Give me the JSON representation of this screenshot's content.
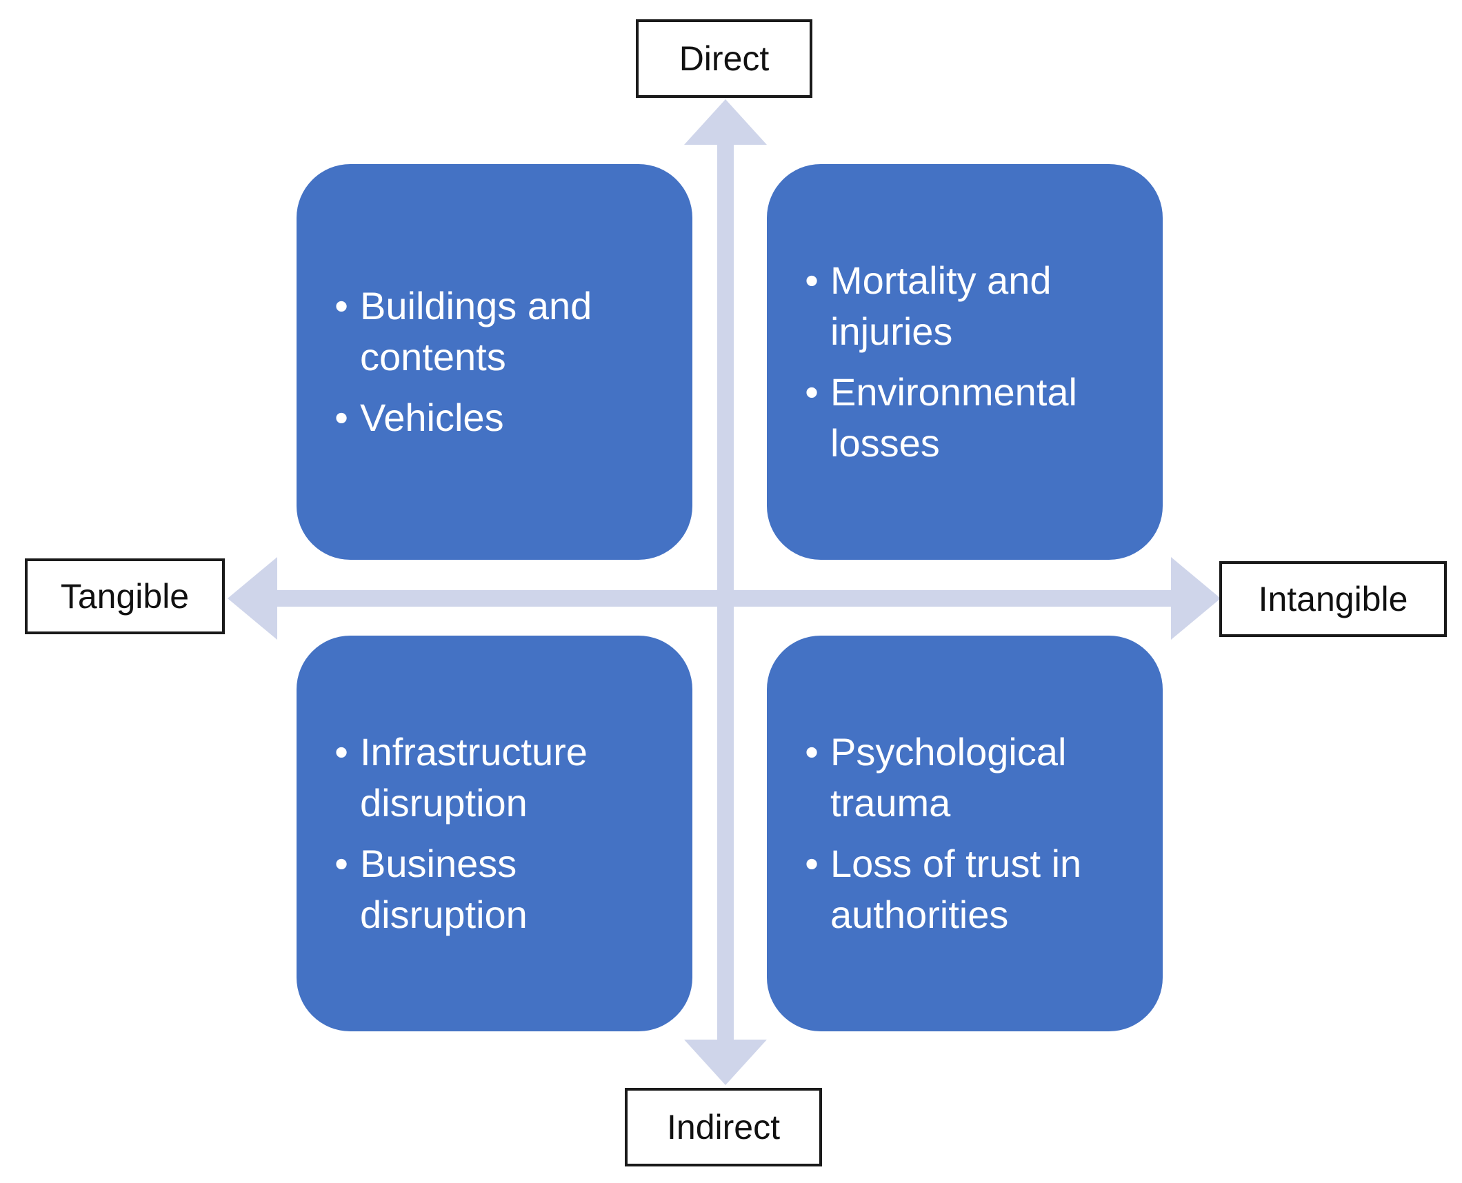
{
  "colors": {
    "quadrant_fill": "#4472C4",
    "axis_arrow": "#CFD5EA",
    "label_border": "#1a1a1a",
    "text_light": "#ffffff"
  },
  "axes": {
    "top": "Direct",
    "bottom": "Indirect",
    "left": "Tangible",
    "right": "Intangible"
  },
  "quadrants": [
    {
      "position": "top-left",
      "items": [
        "Buildings and contents",
        "Vehicles"
      ]
    },
    {
      "position": "top-right",
      "items": [
        "Mortality and injuries",
        "Environmental losses"
      ]
    },
    {
      "position": "bottom-left",
      "items": [
        "Infrastructure disruption",
        "Business disruption"
      ]
    },
    {
      "position": "bottom-right",
      "items": [
        "Psychological trauma",
        "Loss of trust in authorities"
      ]
    }
  ]
}
